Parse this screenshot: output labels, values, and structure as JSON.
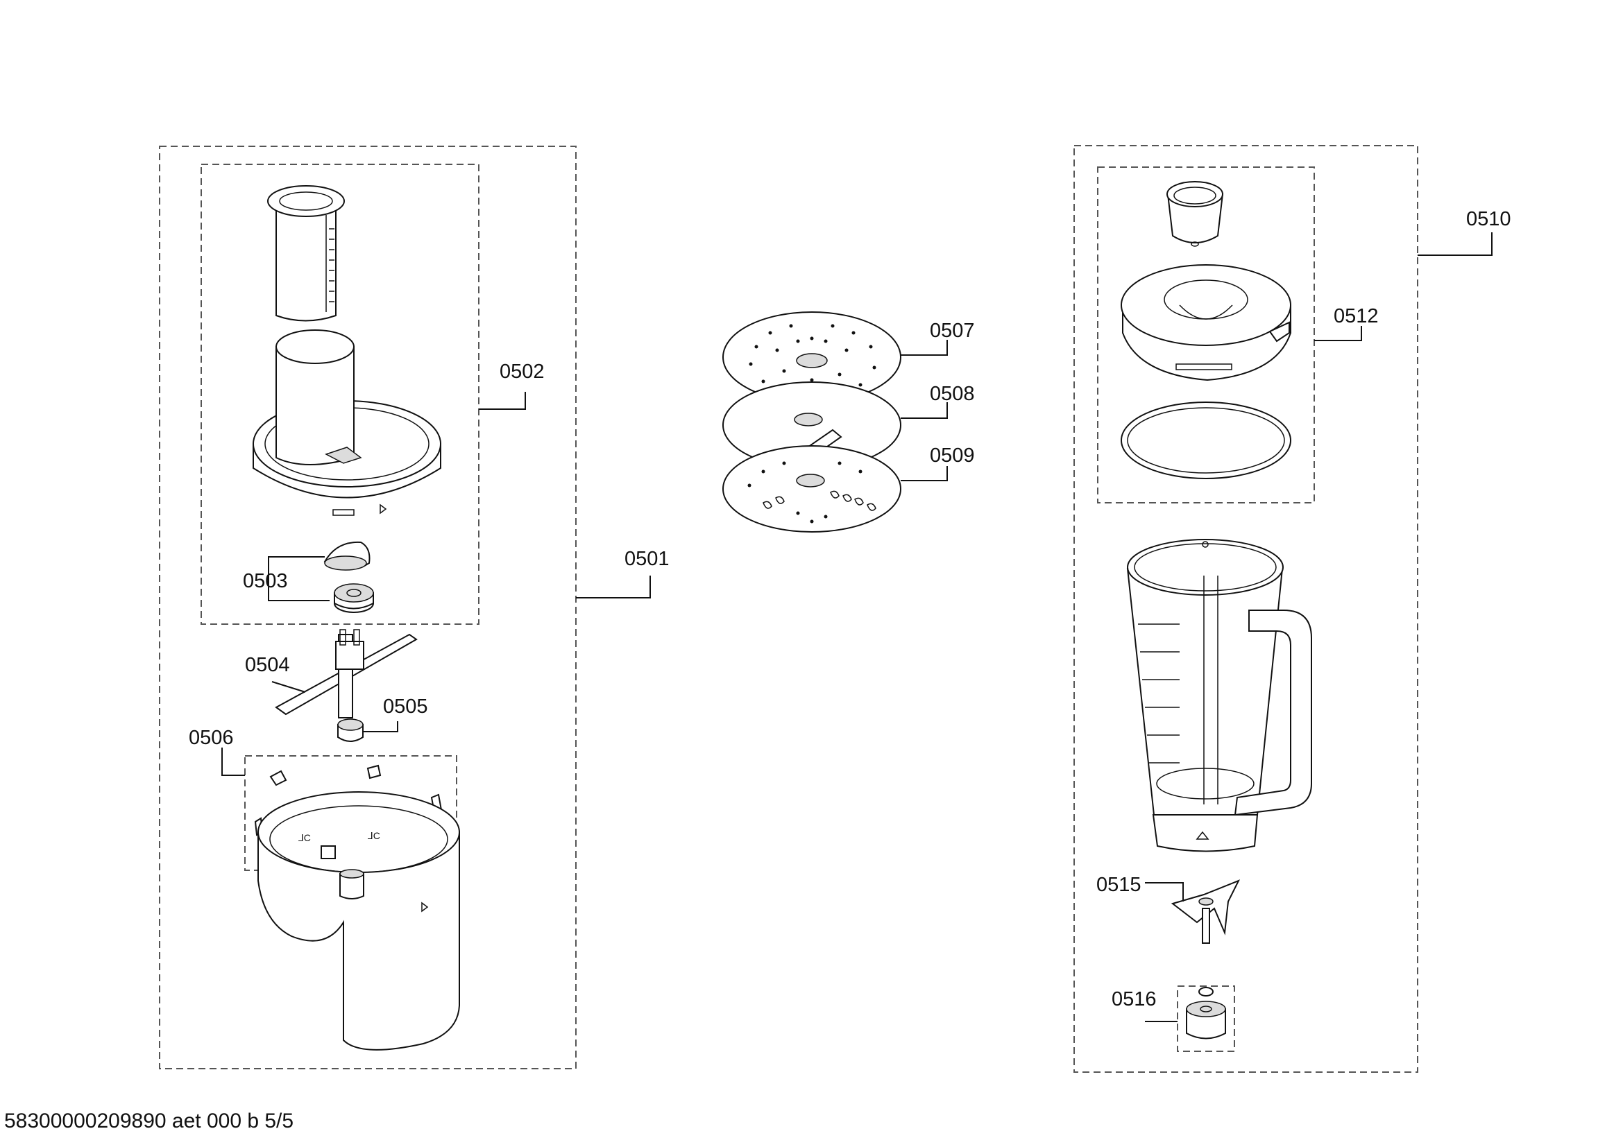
{
  "diagram": {
    "part_labels": [
      "0501",
      "0502",
      "0503",
      "0504",
      "0505",
      "0506",
      "0507",
      "0508",
      "0509",
      "0510",
      "0512",
      "0515",
      "0516"
    ],
    "footer_text": "58300000209890 aet 000 b 5/5"
  }
}
